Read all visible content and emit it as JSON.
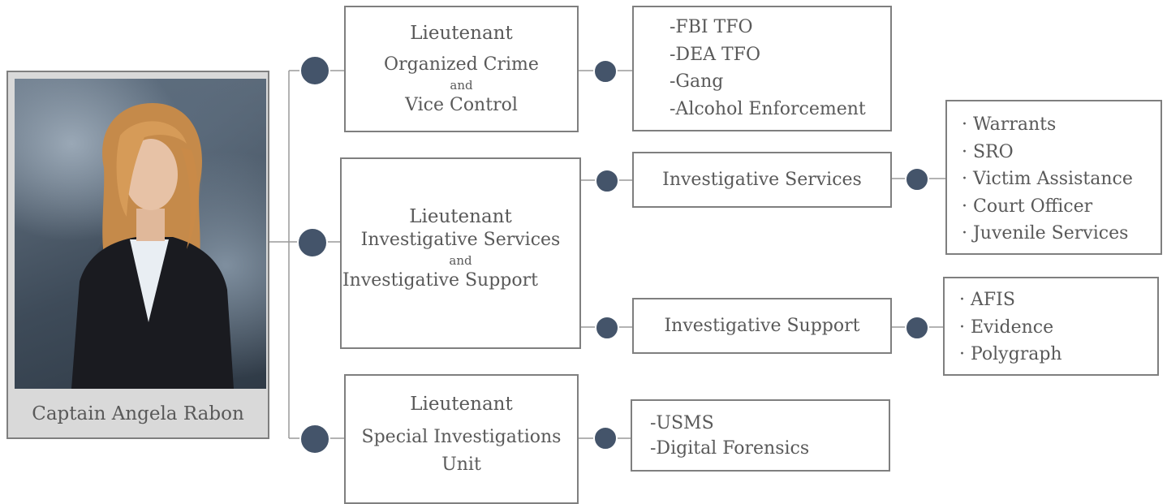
{
  "captain": {
    "name": "Captain Angela Rabon"
  },
  "lieutenants": [
    {
      "title": "Lieutenant",
      "line1": "Organized Crime",
      "connector": "and",
      "line2": "Vice Control"
    },
    {
      "title": "Lieutenant",
      "line1": "Investigative Services",
      "connector": "and",
      "line2": "Investigative Support"
    },
    {
      "title": "Lieutenant",
      "line1": "Special Investigations",
      "line2": "Unit"
    }
  ],
  "units": {
    "organized_crime": [
      "-FBI TFO",
      "-DEA TFO",
      "-Gang",
      "-Alcohol Enforcement"
    ],
    "investigative_services": {
      "label": "Investigative Services",
      "items": [
        "· Warrants",
        "· SRO",
        "· Victim  Assistance",
        "· Court Officer",
        "· Juvenile Services"
      ]
    },
    "investigative_support": {
      "label": "Investigative Support",
      "items": [
        "· AFIS",
        "· Evidence",
        "· Polygraph"
      ]
    },
    "special_investigations": [
      "-USMS",
      "-Digital  Forensics"
    ]
  },
  "colors": {
    "node": "#44546a",
    "border": "#7f7f7f",
    "text": "#595959",
    "card_bg": "#d9d9d9"
  }
}
